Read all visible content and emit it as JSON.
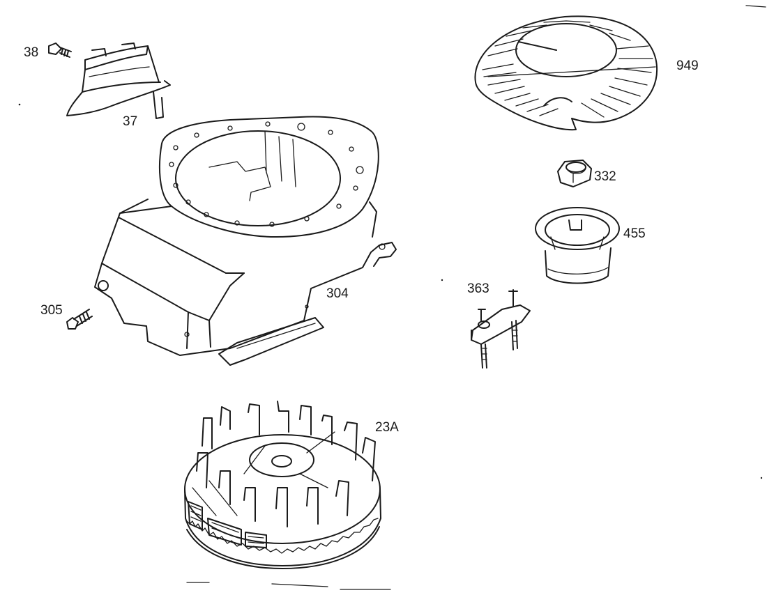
{
  "diagram": {
    "colors": {
      "ink": "#1a1a1a",
      "background": "#ffffff"
    },
    "parts": [
      {
        "id": "38",
        "label": "38",
        "name": "bolt"
      },
      {
        "id": "37",
        "label": "37",
        "name": "air-guide"
      },
      {
        "id": "949",
        "label": "949",
        "name": "rewind-starter-screen"
      },
      {
        "id": "332",
        "label": "332",
        "name": "nut"
      },
      {
        "id": "455",
        "label": "455",
        "name": "starter-cup"
      },
      {
        "id": "304",
        "label": "304",
        "name": "blower-housing"
      },
      {
        "id": "305",
        "label": "305",
        "name": "screw"
      },
      {
        "id": "363",
        "label": "363",
        "name": "bracket"
      },
      {
        "id": "23A",
        "label": "23A",
        "name": "flywheel"
      }
    ]
  }
}
